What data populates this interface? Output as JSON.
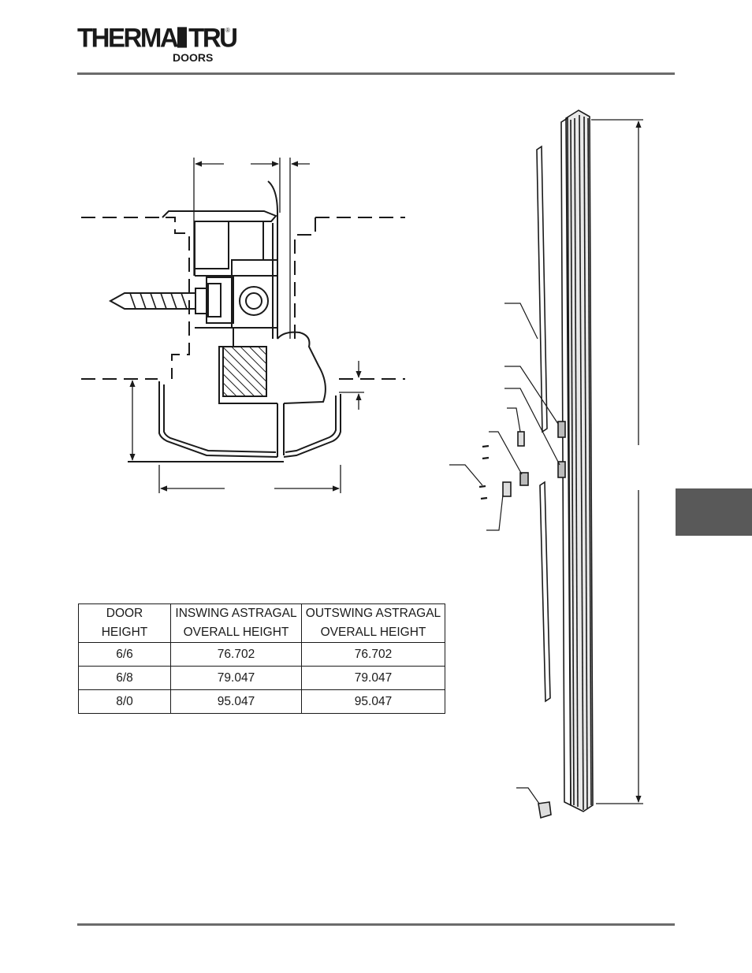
{
  "logo": {
    "brand_left": "THERMA",
    "brand_right": "TRU",
    "registered": "®",
    "subtitle": "DOORS"
  },
  "table": {
    "headers": [
      {
        "line1": "DOOR HEIGHT",
        "line2": ""
      },
      {
        "line1": "INSWING ASTRAGAL",
        "line2": "OVERALL HEIGHT"
      },
      {
        "line1": "OUTSWING ASTRAGAL",
        "line2": "OVERALL HEIGHT"
      }
    ],
    "rows": [
      [
        "6/6",
        "76.702",
        "76.702"
      ],
      [
        "6/8",
        "79.047",
        "79.047"
      ],
      [
        "8/0",
        "95.047",
        "95.047"
      ]
    ]
  },
  "colors": {
    "ink": "#1a1a1a",
    "rule": "#6b6b6b",
    "tab": "#595959"
  }
}
